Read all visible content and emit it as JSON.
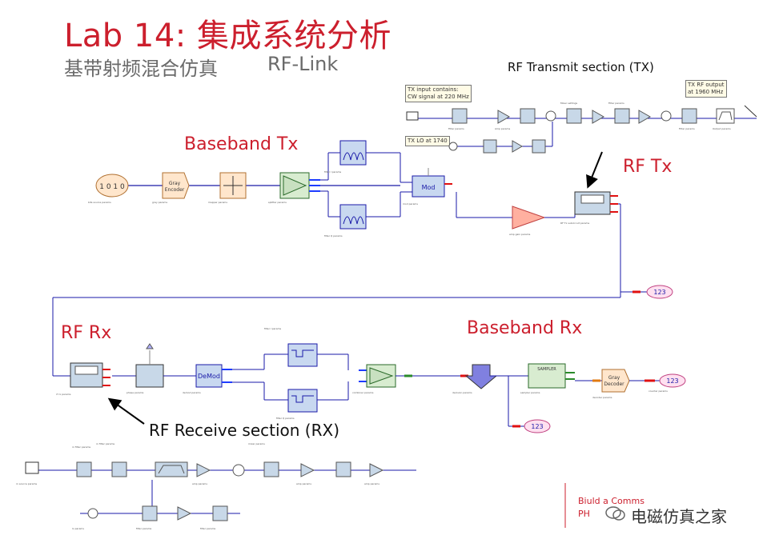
{
  "header": {
    "title": "Lab 14: 集成系统分析",
    "subtitle": "基带射频混合仿真",
    "subtitle2": "RF-Link"
  },
  "sections": {
    "rf_transmit": "RF Transmit section (TX)",
    "baseband_tx": "Baseband Tx",
    "rf_tx": "RF Tx",
    "rf_rx": "RF Rx",
    "baseband_rx": "Baseband Rx",
    "rf_receive": "RF Receive section (RX)"
  },
  "notes": {
    "tx_input_line1": "TX input contains:",
    "tx_input_line2": "CW signal at 220 MHz",
    "tx_lo": "TX LO at 1740",
    "tx_rf_output_line1": "TX RF output",
    "tx_rf_output_line2": "at 1960 MHz"
  },
  "blocks": {
    "source_bits": "1 0 1 0",
    "gray_encoder": "Gray Encoder",
    "mod": "Mod",
    "demod": "DeMod",
    "gray_decoder": "Gray Decoder",
    "sampler": "SAMPLER",
    "counter_1": "123",
    "counter_2": "123",
    "counter_3": "123"
  },
  "branding": {
    "line1": "Biuld a Comms",
    "line2": "PH",
    "watermark": "电磁仿真之家"
  },
  "colors": {
    "title_red": "#cc1f2d",
    "wire_blue": "#1a1aa8",
    "port_blue": "#1e3cff",
    "port_red": "#e01010",
    "port_green": "#2a8a2a",
    "port_orange": "#e07a10",
    "block_fill": "#c8d8e8"
  }
}
